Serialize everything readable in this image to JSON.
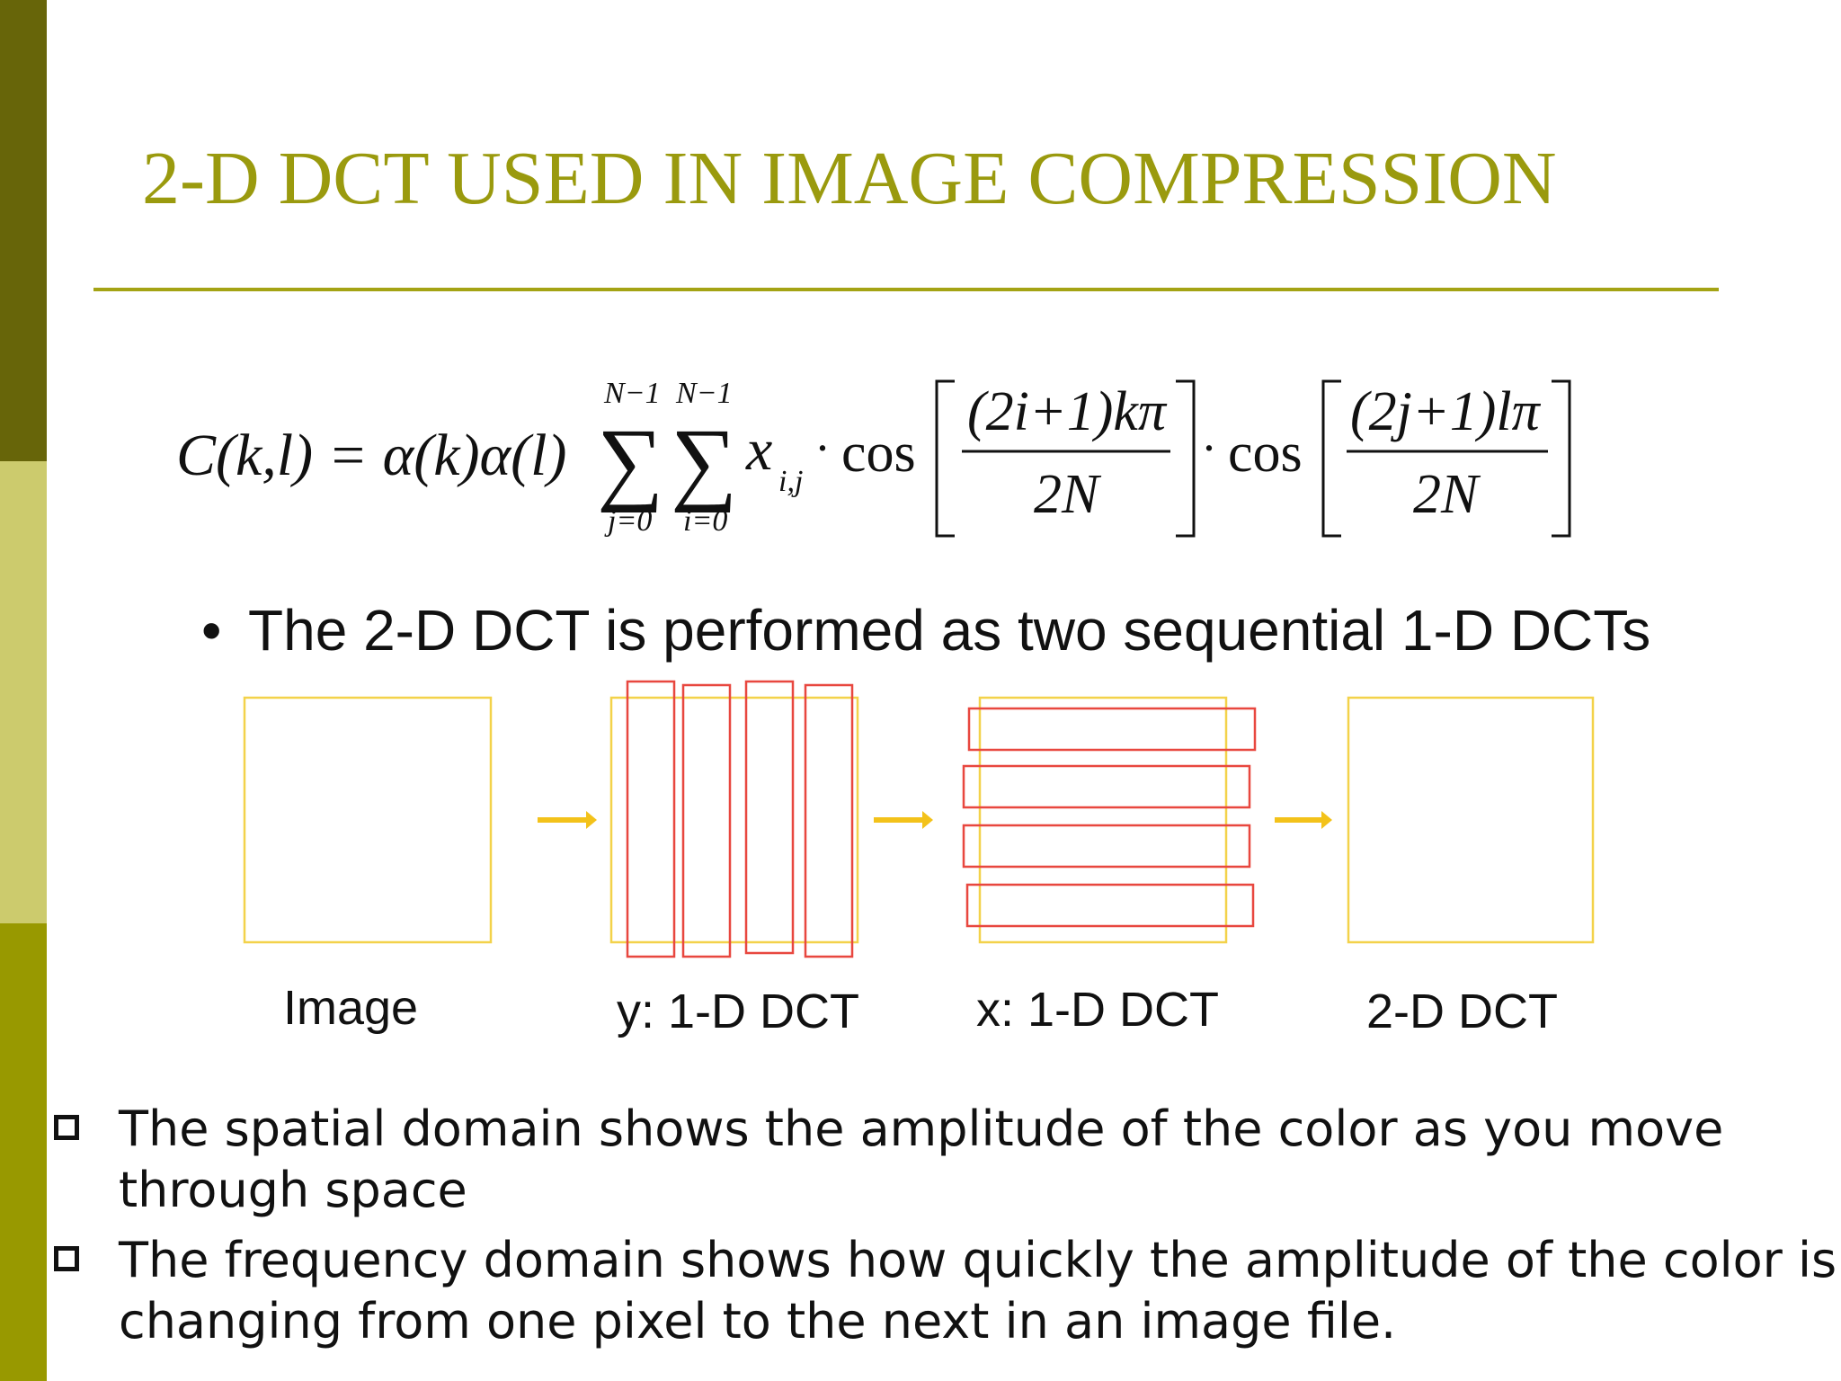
{
  "colors": {
    "sidebar_top": "#676509",
    "sidebar_mid": "#cccb6d",
    "sidebar_bottom": "#989900",
    "title": "#9a9a0e",
    "square_outline": "#f3d24a",
    "dct_strips": "#e8473f",
    "arrow": "#f3c21a"
  },
  "slide": {
    "title": "2-D DCT USED IN IMAGE COMPRESSION"
  },
  "formula": {
    "lhs": "C(k,l) = α(k)α(l)",
    "sum_upper": "N−1",
    "sum_lower_j": "j=0",
    "sum_lower_i": "i=0",
    "term": "x",
    "term_subscript": "i,j",
    "cos": "cos",
    "numerator_1": "(2i+1)kπ",
    "numerator_2": "(2j+1)lπ",
    "denominator": "2N"
  },
  "bullet": {
    "text": "The 2-D DCT is performed as two sequential 1-D DCTs"
  },
  "diagram": {
    "steps": [
      {
        "label": "Image",
        "icon": "blank-square"
      },
      {
        "label": "y: 1-D DCT",
        "icon": "vertical-strips"
      },
      {
        "label": "x: 1-D DCT",
        "icon": "horizontal-strips"
      },
      {
        "label": "2-D DCT",
        "icon": "blank-square"
      }
    ],
    "arrow_icon": "right-arrow-icon"
  },
  "notes": [
    "The spatial domain shows the amplitude of the color as you move through space",
    "The frequency domain shows how quickly the amplitude of the color is changing from one pixel to the next in an image file."
  ]
}
